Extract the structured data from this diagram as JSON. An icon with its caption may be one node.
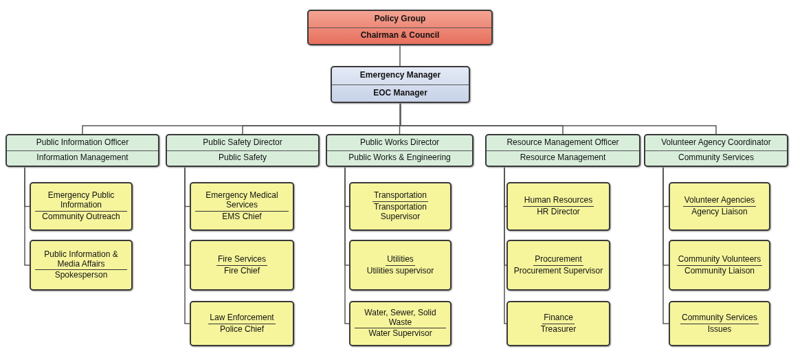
{
  "diagram": {
    "nodes": [
      {
        "text": [
          "Policy Group",
          "Chairman & Council"
        ]
      },
      {
        "text": [
          "Emergency Manager",
          "EOC Manager"
        ]
      },
      {
        "text": [
          "Public Information Officer",
          "Information Management"
        ]
      },
      {
        "text": [
          "Public Safety Director",
          "Public Safety"
        ]
      },
      {
        "text": [
          "Public Works Director",
          "Public Works & Engineering"
        ]
      },
      {
        "text": [
          "Resource Management Officer",
          "Resource Management"
        ]
      },
      {
        "text": [
          "Volunteer Agency Coordinator",
          "Community Services"
        ]
      },
      {
        "text": [
          "Emergency Public Information",
          "Community Outreach"
        ]
      },
      {
        "text": [
          "Public Information & Media Affairs",
          "Spokesperson"
        ]
      },
      {
        "text": [
          "Emergency Medical Services",
          "EMS Chief"
        ]
      },
      {
        "text": [
          "Fire Services",
          "Fire Chief"
        ]
      },
      {
        "text": [
          "Law Enforcement",
          "Police Chief"
        ]
      },
      {
        "text": [
          "Transportation",
          "Transportation Supervisor"
        ]
      },
      {
        "text": [
          "Utilities",
          "Utilities supervisor"
        ]
      },
      {
        "text": [
          "Water, Sewer, Solid Waste",
          "Water Supervisor"
        ]
      },
      {
        "text": [
          "Human Resources",
          "HR Director"
        ]
      },
      {
        "text": [
          "Procurement",
          "Procurement Supervisor"
        ]
      },
      {
        "text": [
          "Finance",
          "Treasurer"
        ]
      },
      {
        "text": [
          "Volunteer Agencies",
          "Agency Liaison"
        ]
      },
      {
        "text": [
          "Community Volunteers",
          "Community Liaison"
        ]
      },
      {
        "text": [
          "Community Services",
          "Issues"
        ]
      }
    ],
    "edges": [
      {
        "from": 0,
        "to": 1,
        "arrow": "none"
      },
      {
        "from": 1,
        "to": 2,
        "arrow": "none"
      },
      {
        "from": 1,
        "to": 3,
        "arrow": "none"
      },
      {
        "from": 1,
        "to": 4,
        "arrow": "none"
      },
      {
        "from": 1,
        "to": 5,
        "arrow": "none"
      },
      {
        "from": 1,
        "to": 6,
        "arrow": "none"
      },
      {
        "from": 2,
        "to": 7,
        "arrow": "none"
      },
      {
        "from": 2,
        "to": 8,
        "arrow": "none"
      },
      {
        "from": 3,
        "to": 9,
        "arrow": "none"
      },
      {
        "from": 3,
        "to": 10,
        "arrow": "none"
      },
      {
        "from": 3,
        "to": 11,
        "arrow": "none"
      },
      {
        "from": 4,
        "to": 12,
        "arrow": "none"
      },
      {
        "from": 4,
        "to": 13,
        "arrow": "none"
      },
      {
        "from": 4,
        "to": 14,
        "arrow": "none"
      },
      {
        "from": 5,
        "to": 15,
        "arrow": "none"
      },
      {
        "from": 5,
        "to": 16,
        "arrow": "none"
      },
      {
        "from": 5,
        "to": 17,
        "arrow": "none"
      },
      {
        "from": 6,
        "to": 18,
        "arrow": "none"
      },
      {
        "from": 6,
        "to": 19,
        "arrow": "none"
      },
      {
        "from": 6,
        "to": 20,
        "arrow": "none"
      }
    ]
  }
}
